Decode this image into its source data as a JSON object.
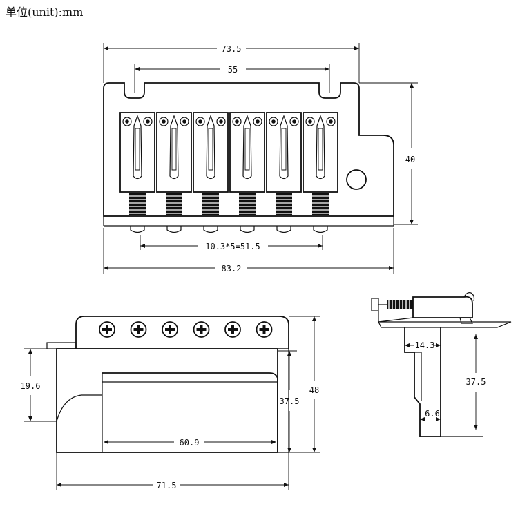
{
  "unit_label": "单位(unit):mm",
  "top_view": {
    "dim_overall_width": "73.5",
    "dim_mount_spacing": "55",
    "dim_height": "40",
    "dim_string_spacing": "10.3*5=51.5",
    "dim_base_width": "83.2",
    "saddle_count": 6
  },
  "front_view": {
    "dim_left_height": "19.6",
    "dim_block_height": "37.5",
    "dim_total_height": "48",
    "dim_block_width": "60.9",
    "dim_total_width": "71.5",
    "screw_count": 6
  },
  "side_view": {
    "dim_top": "14.3",
    "dim_height": "37.5",
    "dim_bottom": "6.6"
  }
}
